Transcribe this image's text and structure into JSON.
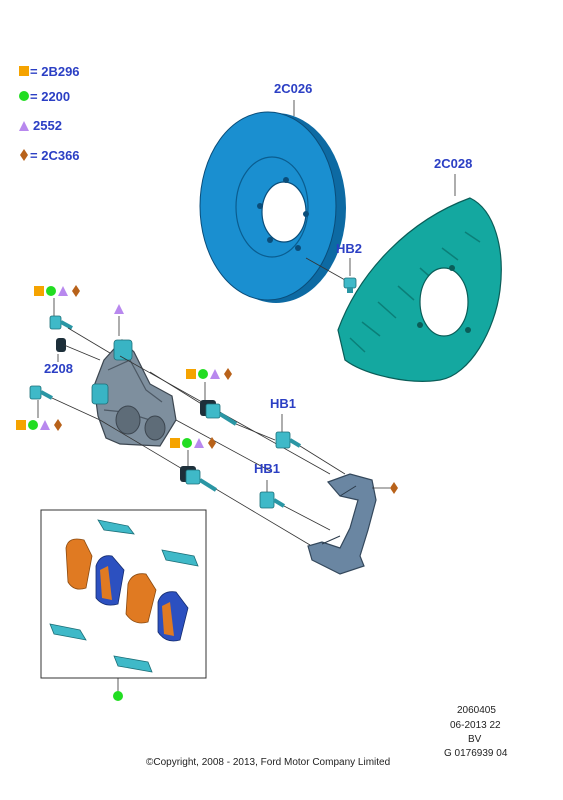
{
  "legend": [
    {
      "code": "2B296",
      "symbol": "square",
      "color": "#f5a300"
    },
    {
      "code": "2200",
      "symbol": "circle",
      "color": "#22dd22"
    },
    {
      "code": "2552",
      "symbol": "triangle",
      "color": "#b888ee"
    },
    {
      "code": "2C366",
      "symbol": "diamond",
      "color": "#b8621a"
    }
  ],
  "parts": {
    "disc": "2C026",
    "shield": "2C028",
    "bolt_hb2": "HB2",
    "bolt_hb1_upper": "HB1",
    "bolt_hb1_lower": "HB1",
    "clip": "2208"
  },
  "footer": {
    "copyright": "©Copyright, 2008 - 2013, Ford Motor Company Limited",
    "ref1": "2060405",
    "ref2": "06-2013 22",
    "ref3": "BV",
    "ref4": "G 0176939 04"
  },
  "colors": {
    "label": "#2b3fc4",
    "disc": "#1a8fd0",
    "shield": "#14a8a0",
    "caliper": "#7e8f9e",
    "pad_lining": "#e07a22",
    "pad_plate": "#2c50c0",
    "bolt": "#3fb9c8"
  }
}
